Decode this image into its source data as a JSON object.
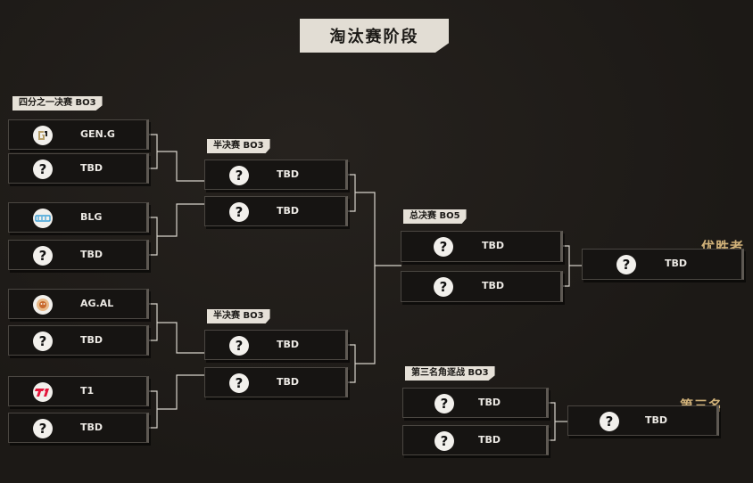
{
  "page": {
    "title": "淘汰赛阶段"
  },
  "stages": {
    "quarterfinal": "四分之一决赛 BO3",
    "semifinal_1": "半决赛 BO3",
    "semifinal_2": "半决赛 BO3",
    "final": "总决赛 BO5",
    "third_place_match": "第三名角逐战 BO3"
  },
  "quarterfinals": [
    {
      "team_a": {
        "name": "GEN.G",
        "logo": "gen-g-logo"
      },
      "team_b": {
        "name": "TBD",
        "logo": "question-icon"
      }
    },
    {
      "team_a": {
        "name": "BLG",
        "logo": "blg-logo"
      },
      "team_b": {
        "name": "TBD",
        "logo": "question-icon"
      }
    },
    {
      "team_a": {
        "name": "AG.AL",
        "logo": "ag-al-logo"
      },
      "team_b": {
        "name": "TBD",
        "logo": "question-icon"
      }
    },
    {
      "team_a": {
        "name": "T1",
        "logo": "t1-logo"
      },
      "team_b": {
        "name": "TBD",
        "logo": "question-icon"
      }
    }
  ],
  "semifinals": [
    {
      "team_a": "TBD",
      "team_b": "TBD"
    },
    {
      "team_a": "TBD",
      "team_b": "TBD"
    }
  ],
  "final": {
    "team_a": "TBD",
    "team_b": "TBD"
  },
  "champion": {
    "label": "优胜者",
    "team": "TBD"
  },
  "third_place": {
    "team_a": "TBD",
    "team_b": "TBD",
    "label": "第三名",
    "team": "TBD"
  },
  "colors": {
    "accent_gold": "#d2b37a",
    "slot_bg": "#161412",
    "label_bg": "#e6e1d8"
  }
}
